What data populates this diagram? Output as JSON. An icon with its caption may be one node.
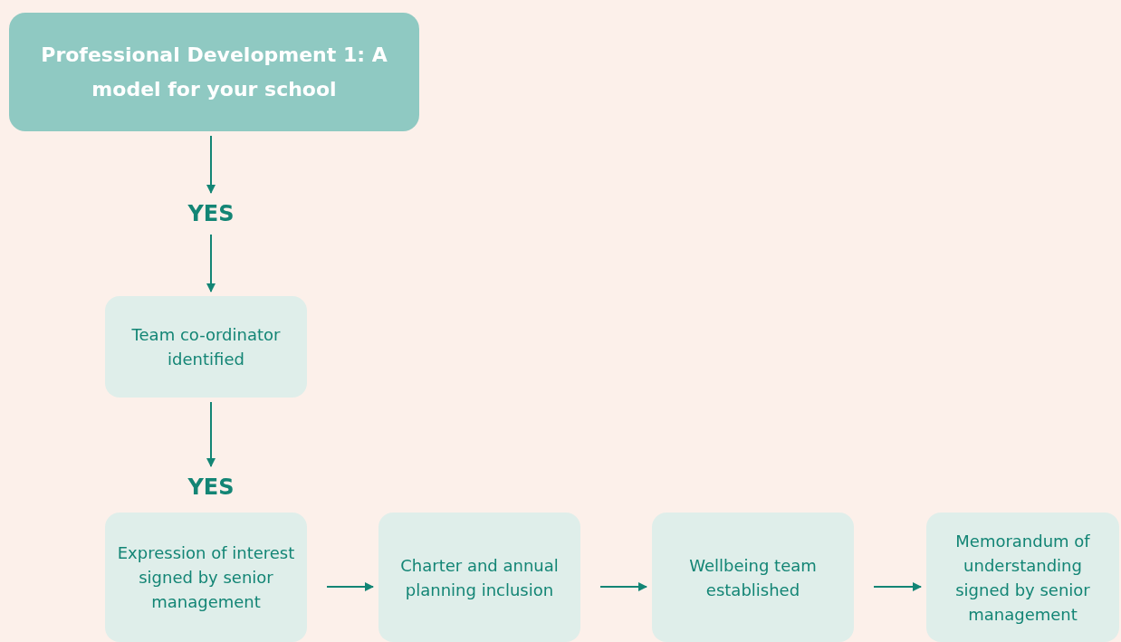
{
  "diagram": {
    "nodes": [
      {
        "text": [
          "Professional Development 1: A model for your school"
        ]
      },
      {
        "text": [
          "YES"
        ]
      },
      {
        "text": [
          "Team co-ordinator identified"
        ]
      },
      {
        "text": [
          "YES"
        ]
      },
      {
        "text": [
          "Expression of interest signed by senior management"
        ]
      },
      {
        "text": [
          "Charter and annual planning inclusion"
        ]
      },
      {
        "text": [
          "Wellbeing team established"
        ]
      },
      {
        "text": [
          "Memorandum of understanding signed by senior management"
        ]
      }
    ],
    "edges": [
      {
        "from": 0,
        "to": 1,
        "arrow": "to"
      },
      {
        "from": 1,
        "to": 2,
        "arrow": "to"
      },
      {
        "from": 2,
        "to": 3,
        "arrow": "to"
      },
      {
        "from": 4,
        "to": 5,
        "arrow": "to"
      },
      {
        "from": 5,
        "to": 6,
        "arrow": "to"
      },
      {
        "from": 6,
        "to": 7,
        "arrow": "to"
      }
    ]
  }
}
